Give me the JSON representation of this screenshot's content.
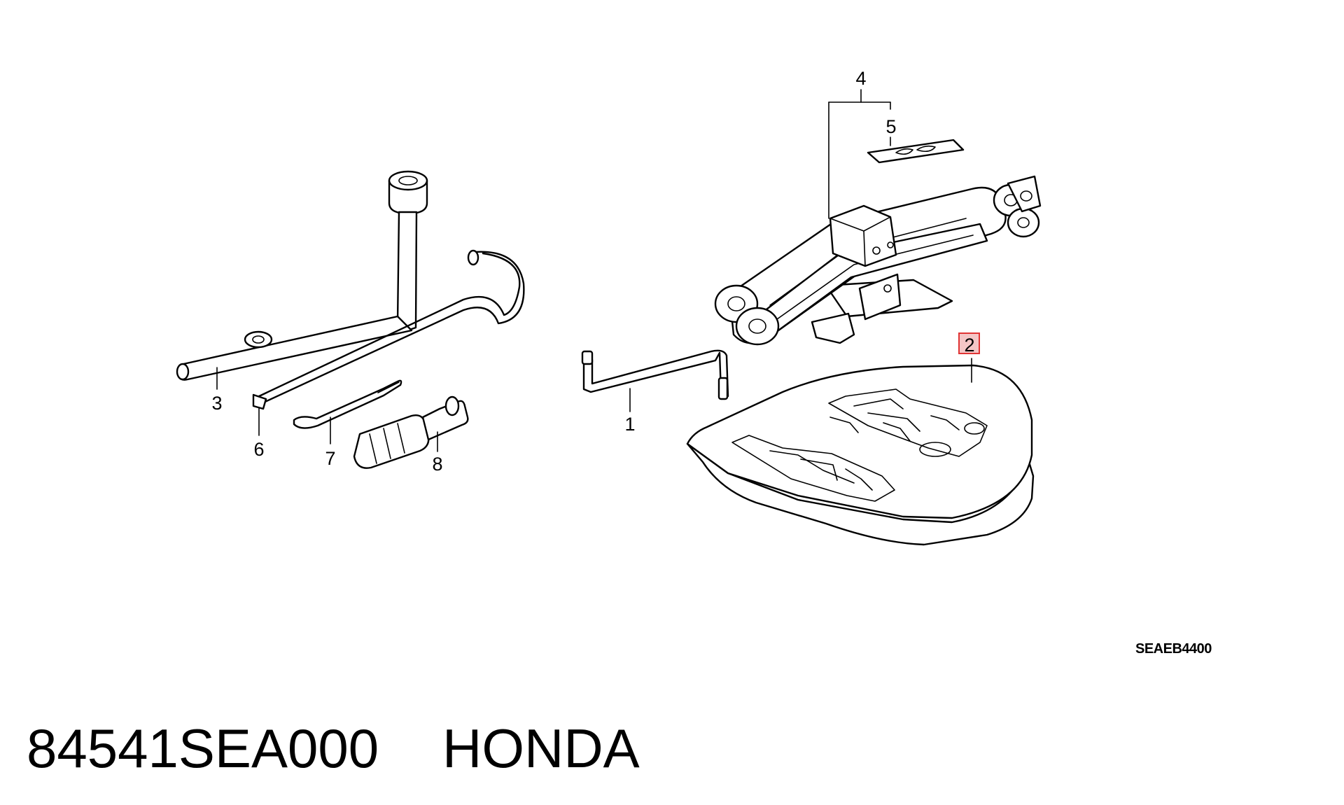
{
  "diagram_code": "SEAEB4400",
  "part_number": "84541SEA000",
  "brand": "HONDA",
  "highlighted_callout": "2",
  "callouts": {
    "c1": "1",
    "c2": "2",
    "c3": "3",
    "c4": "4",
    "c5": "5",
    "c6": "6",
    "c7": "7",
    "c8": "8"
  },
  "colors": {
    "line": "#000000",
    "highlight_fill": "#f4c6c6",
    "highlight_border": "#e03434",
    "background": "#ffffff"
  }
}
